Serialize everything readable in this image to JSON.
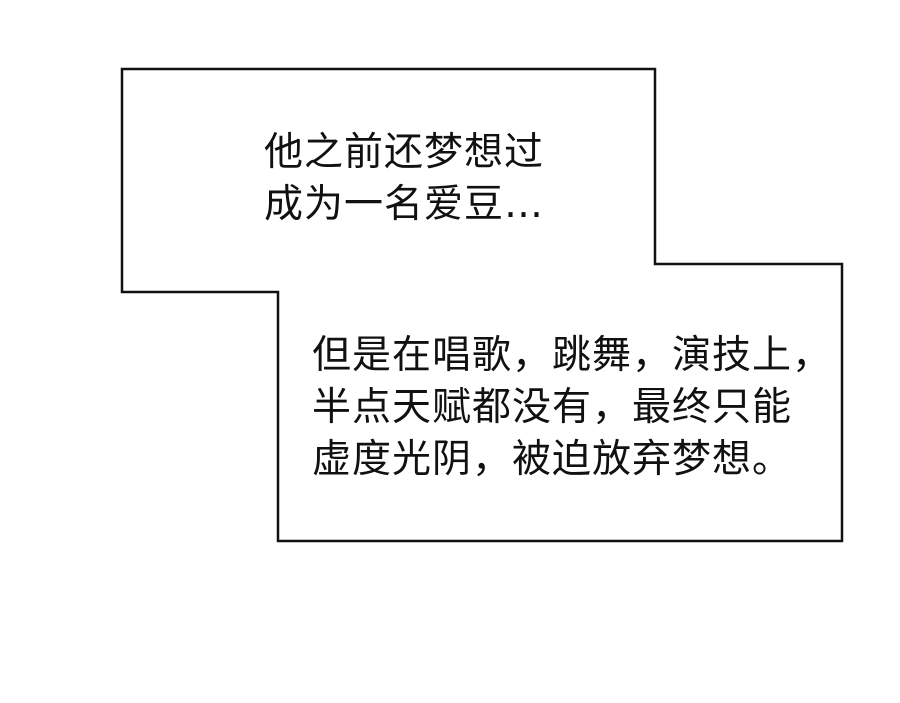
{
  "captions": {
    "box1": {
      "lines": [
        "他之前还梦想过",
        "成为一名爱豆…"
      ]
    },
    "box2": {
      "lines": [
        "但是在唱歌，跳舞，演技上，",
        "半点天赋都没有，最终只能",
        "虚度光阴，被迫放弃梦想。"
      ]
    }
  },
  "colors": {
    "background": "#ffffff",
    "border": "#111111",
    "text": "#111111"
  }
}
